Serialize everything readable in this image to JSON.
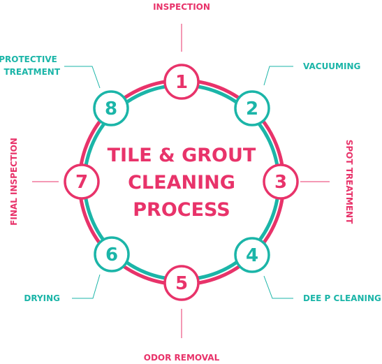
{
  "colors": {
    "pink": "#e8336a",
    "teal": "#1bb5a8",
    "background": "#ffffff"
  },
  "title_lines": [
    "TILE & GROUT",
    "CLEANING",
    "PROCESS"
  ],
  "steps": [
    {
      "number": "1",
      "label": "INSPECTION",
      "color": "pink"
    },
    {
      "number": "2",
      "label": "VACUUMING",
      "color": "teal"
    },
    {
      "number": "3",
      "label": "SPOT TREATMENT",
      "color": "pink"
    },
    {
      "number": "4",
      "label": "DEE P CLEANING",
      "color": "teal"
    },
    {
      "number": "5",
      "label": "ODOR REMOVAL",
      "color": "pink"
    },
    {
      "number": "6",
      "label": "DRYING",
      "color": "teal"
    },
    {
      "number": "7",
      "label": "FINAL INSPECTION",
      "color": "pink"
    },
    {
      "number": "8",
      "label": "PROTECTIVE TREATMENT",
      "color": "teal"
    }
  ]
}
